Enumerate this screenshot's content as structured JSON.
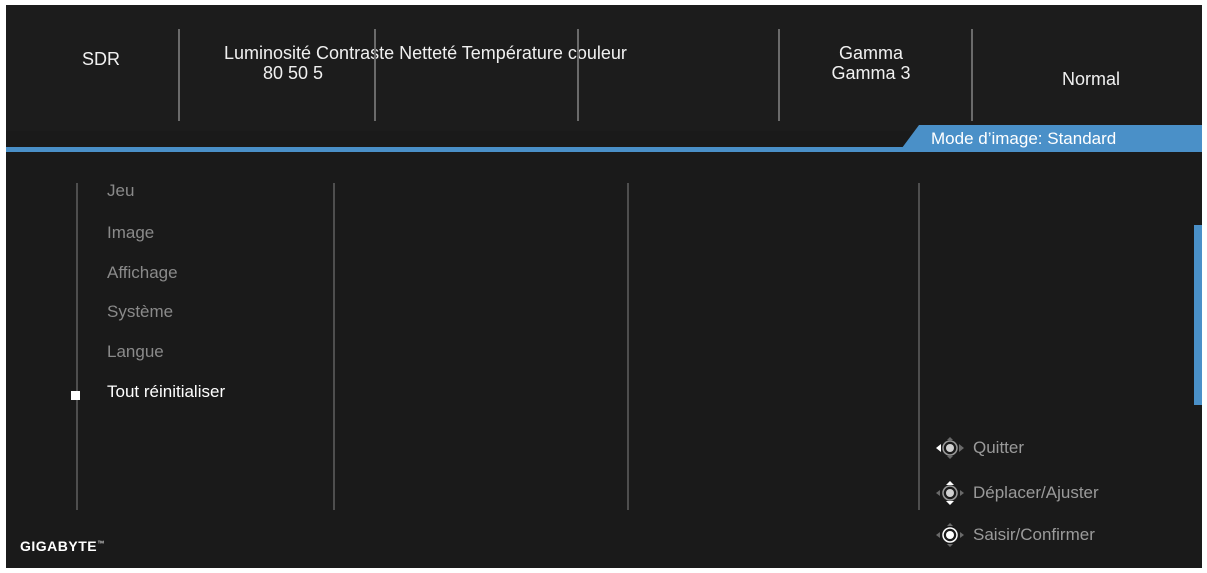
{
  "header": {
    "mode_label": "SDR",
    "settings_line1": "Luminosité Contraste Netteté Température couleur",
    "settings_line2": "80 50 5",
    "gamma_title": "Gamma",
    "gamma_value": "Gamma 3",
    "normal": "Normal"
  },
  "mode_tab": {
    "label": "Mode d’image: Standard"
  },
  "menu": {
    "items": [
      {
        "label": "Jeu"
      },
      {
        "label": "Image"
      },
      {
        "label": "Affichage"
      },
      {
        "label": "Système"
      },
      {
        "label": "Langue"
      },
      {
        "label": "Tout réinitialiser"
      }
    ],
    "selected_index": 5
  },
  "hints": [
    {
      "label": "Quitter",
      "icon": "joystick-left-icon"
    },
    {
      "label": "Déplacer/Ajuster",
      "icon": "joystick-updown-icon"
    },
    {
      "label": "Saisir/Confirmer",
      "icon": "joystick-press-icon"
    }
  ],
  "logo": {
    "text": "GIGABYTE",
    "mark": "™"
  },
  "colors": {
    "accent": "#4a90c8",
    "background": "#1a1a1a",
    "text_active": "#ffffff",
    "text_inactive": "#8a8a8a"
  }
}
